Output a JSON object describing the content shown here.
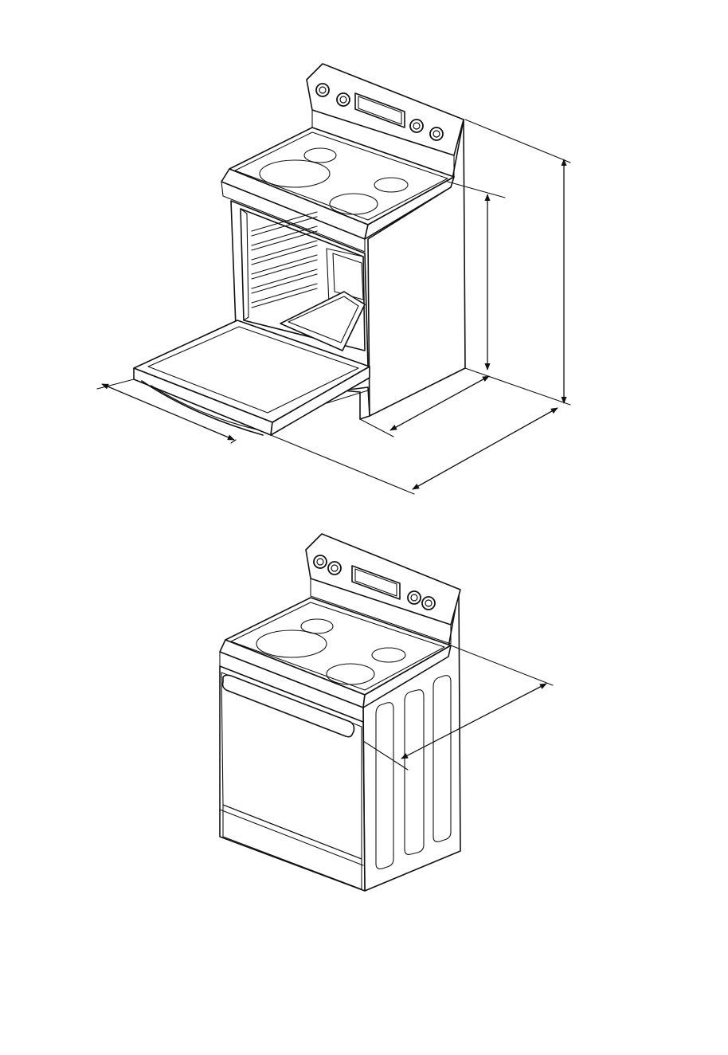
{
  "figure": {
    "views": [
      {
        "id": "door-open-view",
        "dimensions": [
          "width-with-door-open",
          "height-to-cooktop",
          "overall-height",
          "depth",
          "depth-with-door-open"
        ]
      },
      {
        "id": "door-closed-view",
        "dimensions": [
          "side-depth"
        ]
      }
    ],
    "line_color": "#111111",
    "background_color": "#ffffff"
  }
}
